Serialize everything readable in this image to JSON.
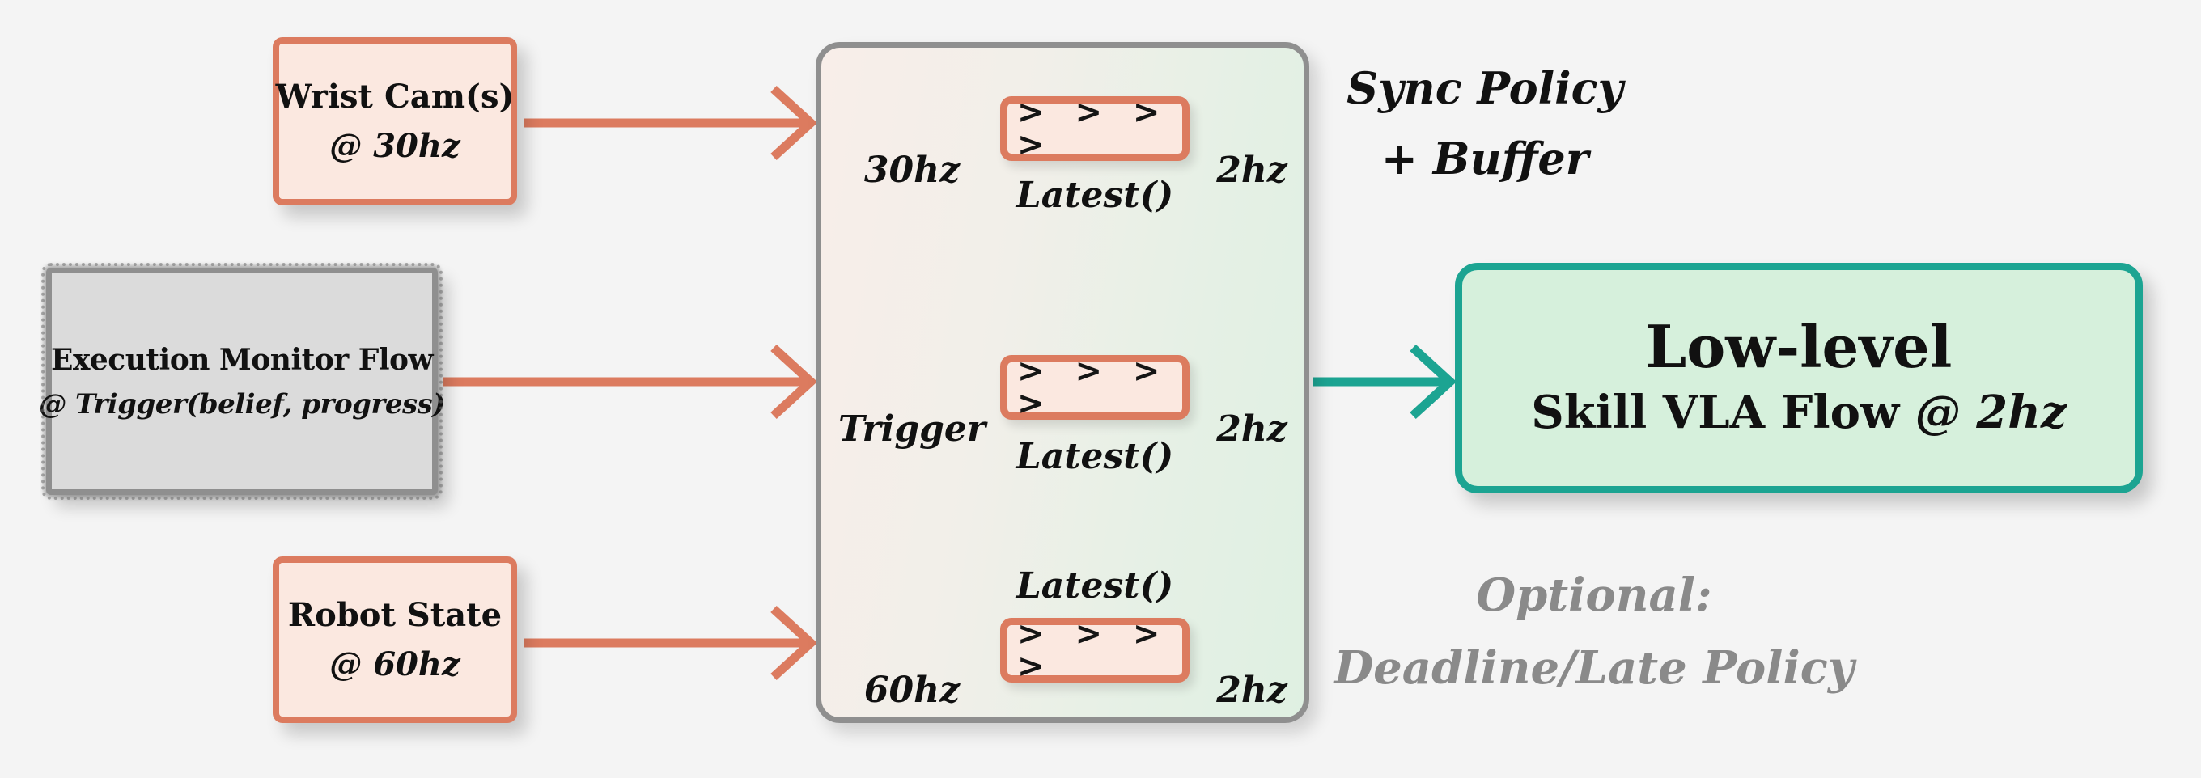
{
  "colors": {
    "bg": "#F4F4F4",
    "salmon": "#DC7B5F",
    "salmon-fill": "#FBE8E0",
    "gray-border": "#8F8F8F",
    "gray-fill": "#DBDBDB",
    "gray-text": "#8A8A8A",
    "teal": "#1CA492",
    "teal-fill": "#D6F0DC",
    "sync-left": "#F8EEE9",
    "sync-right": "#DFF0E2",
    "text": "#111111"
  },
  "sources": [
    {
      "title": "Wrist Cam(s)",
      "subtitle": "@ 30hz"
    },
    {
      "title": "Execution Monitor Flow",
      "subtitle": "@ Trigger(belief, progress)"
    },
    {
      "title": "Robot State",
      "subtitle": "@ 60hz"
    }
  ],
  "sync_box": {
    "label_line1": "Sync Policy",
    "label_line2": "+ Buffer",
    "rows": [
      {
        "input": "30hz",
        "chevrons": "> > > >",
        "output": "2hz",
        "fn": "Latest()"
      },
      {
        "input": "Trigger",
        "chevrons": "> > > >",
        "output": "2hz",
        "fn": "Latest()"
      },
      {
        "input": "60hz",
        "chevrons": "> > > >",
        "output": "2hz",
        "fn": "Latest()"
      }
    ]
  },
  "output_box": {
    "title": "Low-level",
    "subtitle_main": "Skill VLA Flow",
    "subtitle_rate": "@ 2hz"
  },
  "optional_note": {
    "line1": "Optional:",
    "line2": "Deadline/Late Policy"
  }
}
